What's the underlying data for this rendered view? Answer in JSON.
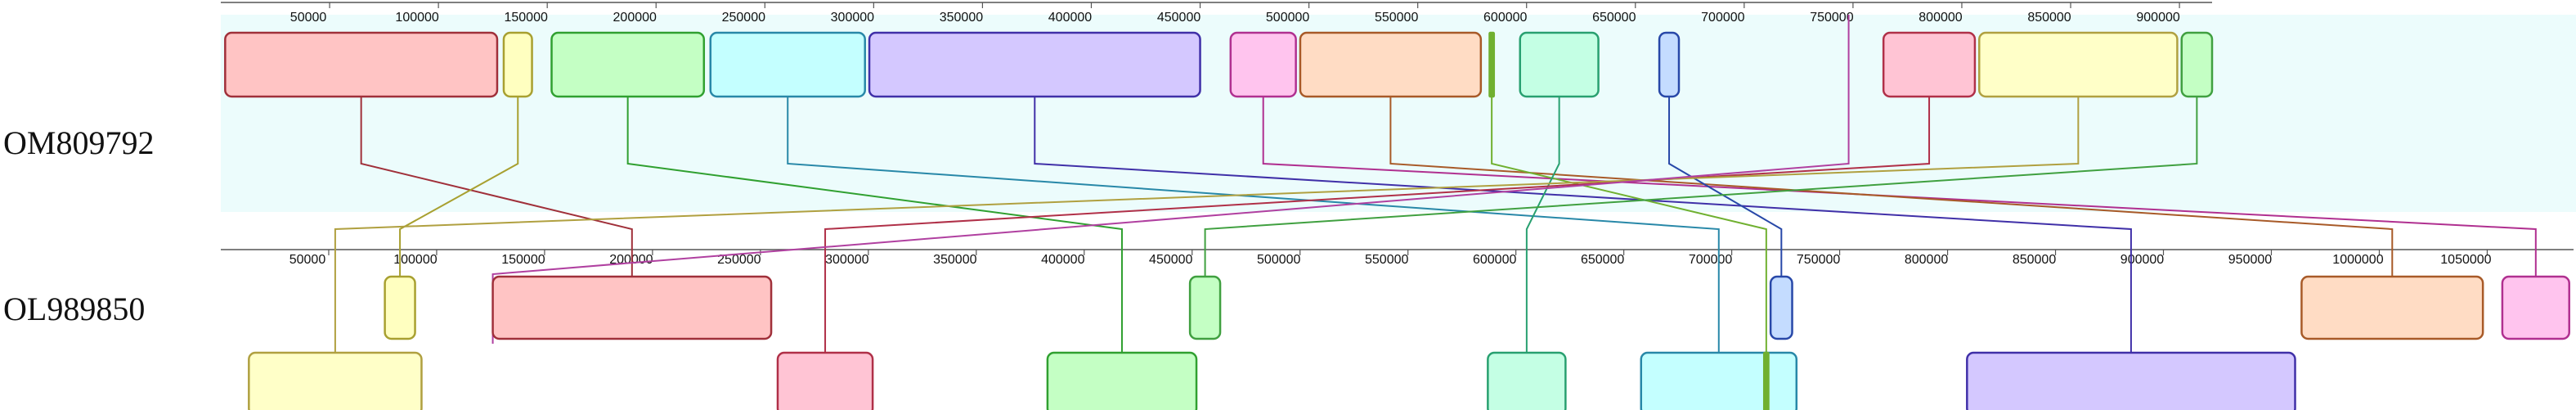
{
  "genomes": [
    {
      "id": "g1",
      "name": "OM809792",
      "length": 915000,
      "axis_start": 0,
      "axis_end": 915000,
      "ticks": [
        50000,
        100000,
        150000,
        200000,
        250000,
        300000,
        350000,
        400000,
        450000,
        500000,
        550000,
        600000,
        650000,
        700000,
        750000,
        800000,
        850000,
        900000
      ],
      "tick_labels": [
        "50000",
        "100000",
        "150000",
        "200000",
        "250000",
        "300000",
        "350000",
        "400000",
        "450000",
        "500000",
        "550000",
        "600000",
        "650000",
        "700000",
        "750000",
        "800000",
        "850000",
        "900000"
      ]
    },
    {
      "id": "g2",
      "name": "OL989850",
      "length": 1090000,
      "axis_start": 0,
      "axis_end": 1090000,
      "ticks": [
        50000,
        100000,
        150000,
        200000,
        250000,
        300000,
        350000,
        400000,
        450000,
        500000,
        550000,
        600000,
        650000,
        700000,
        750000,
        800000,
        850000,
        900000,
        950000,
        1000000,
        1050000
      ],
      "tick_labels": [
        "50000",
        "100000",
        "150000",
        "200000",
        "250000",
        "300000",
        "350000",
        "400000",
        "450000",
        "500000",
        "550000",
        "600000",
        "650000",
        "700000",
        "750000",
        "800000",
        "850000",
        "900000",
        "950000",
        "1000000",
        "1050000"
      ]
    }
  ],
  "lcbs": [
    {
      "id": "red",
      "fill": "#ffc4c4",
      "stroke": "#a0303a",
      "g1": [
        2000,
        127000
      ],
      "g2": [
        126000,
        255000
      ],
      "g2_strand": "+"
    },
    {
      "id": "yellow-small",
      "fill": "#ffffc0",
      "stroke": "#a8a030",
      "g1": [
        130000,
        143000
      ],
      "g2": [
        76000,
        90000
      ],
      "g2_strand": "+"
    },
    {
      "id": "green",
      "fill": "#c4ffc4",
      "stroke": "#30a030",
      "g1": [
        152000,
        222000
      ],
      "g2": [
        383000,
        452000
      ],
      "g2_strand": "-"
    },
    {
      "id": "cyan",
      "fill": "#c4ffff",
      "stroke": "#2888a8",
      "g1": [
        225000,
        296000
      ],
      "g2": [
        658000,
        730000
      ],
      "g2_strand": "-"
    },
    {
      "id": "purple",
      "fill": "#d4c8ff",
      "stroke": "#4030a8",
      "g1": [
        298000,
        450000
      ],
      "g2": [
        809000,
        961000
      ],
      "g2_strand": "-"
    },
    {
      "id": "pink",
      "fill": "#ffc4ee",
      "stroke": "#b03090",
      "g1": [
        464000,
        494000
      ],
      "g2": [
        1057000,
        1088000
      ],
      "g2_strand": "+"
    },
    {
      "id": "orange",
      "fill": "#ffdcc4",
      "stroke": "#a85a28",
      "g1": [
        496000,
        579000
      ],
      "g2": [
        964000,
        1048000
      ],
      "g2_strand": "+"
    },
    {
      "id": "olive-thin",
      "fill": "#70b030",
      "stroke": "#70b030",
      "g1": [
        583000,
        585000
      ],
      "g2": [
        715000,
        717000
      ],
      "g2_strand": "-"
    },
    {
      "id": "teal",
      "fill": "#c4ffe4",
      "stroke": "#28a070",
      "g1": [
        597000,
        633000
      ],
      "g2": [
        587000,
        623000
      ],
      "g2_strand": "-"
    },
    {
      "id": "blue-small",
      "fill": "#c4dcff",
      "stroke": "#2848a8",
      "g1": [
        661000,
        670000
      ],
      "g2": [
        718000,
        728000
      ],
      "g2_strand": "+"
    },
    {
      "id": "crimson",
      "fill": "#ffc4d4",
      "stroke": "#b03048",
      "g1": [
        764000,
        806000
      ],
      "g2": [
        258000,
        302000
      ],
      "g2_strand": "-"
    },
    {
      "id": "lemon",
      "fill": "#ffffc8",
      "stroke": "#b0a040",
      "g1": [
        808000,
        899000
      ],
      "g2": [
        13000,
        93000
      ],
      "g2_strand": "-"
    },
    {
      "id": "lime",
      "fill": "#c4ffc4",
      "stroke": "#40a040",
      "g1": [
        901000,
        915000
      ],
      "g2": [
        449000,
        463000
      ],
      "g2_strand": "+"
    }
  ],
  "extra_links": [
    {
      "id": "magenta-free",
      "stroke": "#b040a0",
      "g1": 748000,
      "g2": 126000
    }
  ]
}
